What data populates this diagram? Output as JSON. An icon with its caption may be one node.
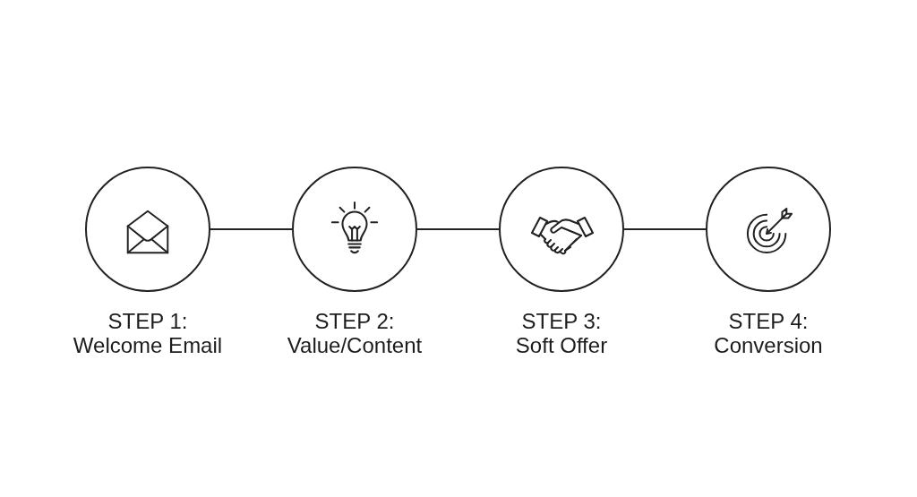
{
  "diagram": {
    "nodes": [
      {
        "text": [
          "STEP 1:",
          "Welcome Email"
        ]
      },
      {
        "text": [
          "STEP 2:",
          "Value/Content"
        ]
      },
      {
        "text": [
          "STEP 3:",
          "Soft Offer"
        ]
      },
      {
        "text": [
          "STEP 4:",
          "Conversion"
        ]
      }
    ],
    "edges": [
      {
        "from": 0,
        "to": 1,
        "arrow": "none"
      },
      {
        "from": 1,
        "to": 2,
        "arrow": "none"
      },
      {
        "from": 2,
        "to": 3,
        "arrow": "none"
      }
    ]
  }
}
